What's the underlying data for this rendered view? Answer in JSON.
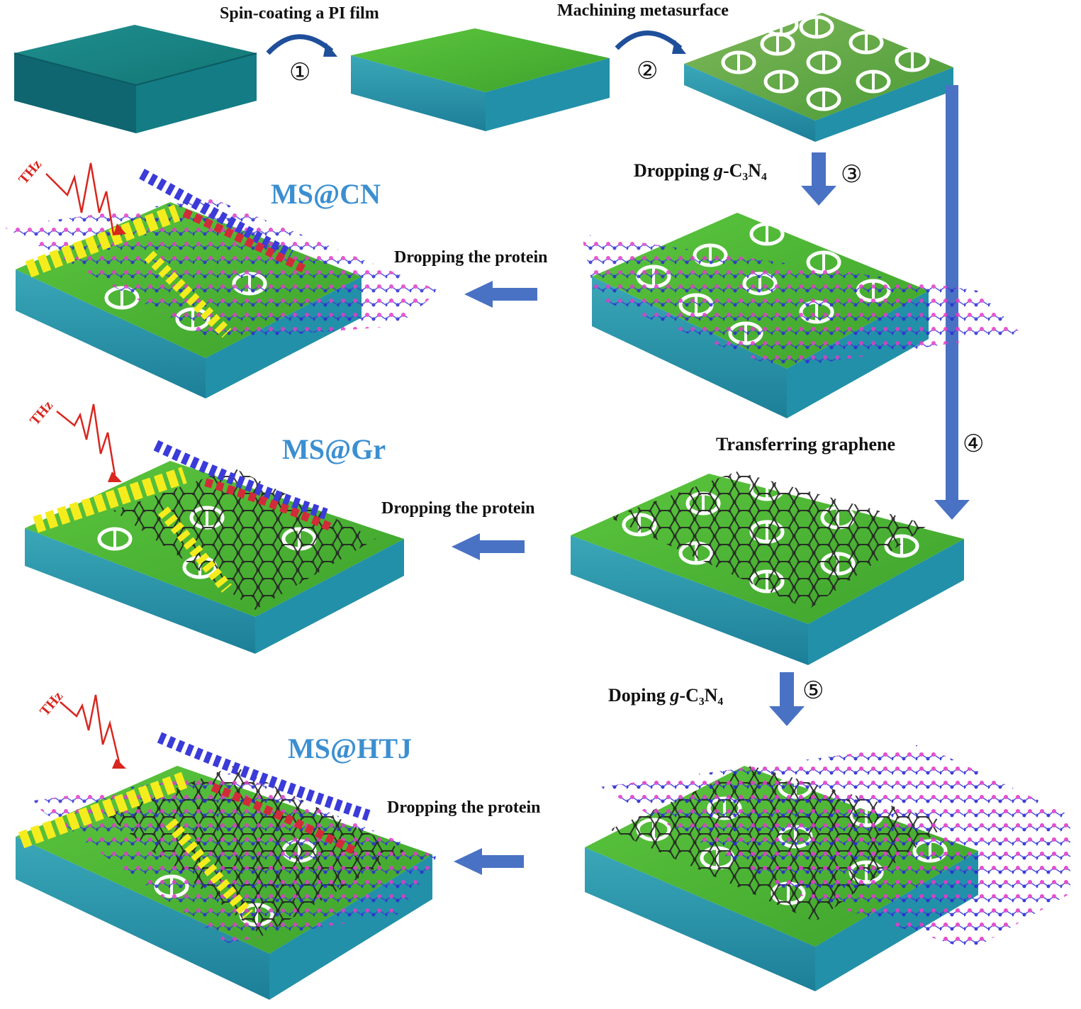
{
  "steps": {
    "s1": {
      "label": "Spin-coating a PI film",
      "num": "①"
    },
    "s2": {
      "label": "Machining metasurface",
      "num": "②"
    },
    "s3": {
      "label": "Dropping",
      "g": "g",
      "formula": "-C₃N₄",
      "num": "③"
    },
    "s4": {
      "label": "Transferring graphene",
      "num": "④"
    },
    "s5": {
      "label": "Doping",
      "g": "g",
      "formula": "-C₃N₄",
      "num": "⑤"
    },
    "protein": "Dropping the protein"
  },
  "labels": {
    "thz": "THz",
    "ms_cn": "MS@CN",
    "ms_gr": "MS@Gr",
    "ms_htj": "MS@HTJ"
  },
  "colors": {
    "arrow": "#4a72c4",
    "substrate_side": "#2a9ab0",
    "film_top": "#54c23a",
    "ms_label": "#3b8fd1",
    "thz": "#d8271f"
  }
}
